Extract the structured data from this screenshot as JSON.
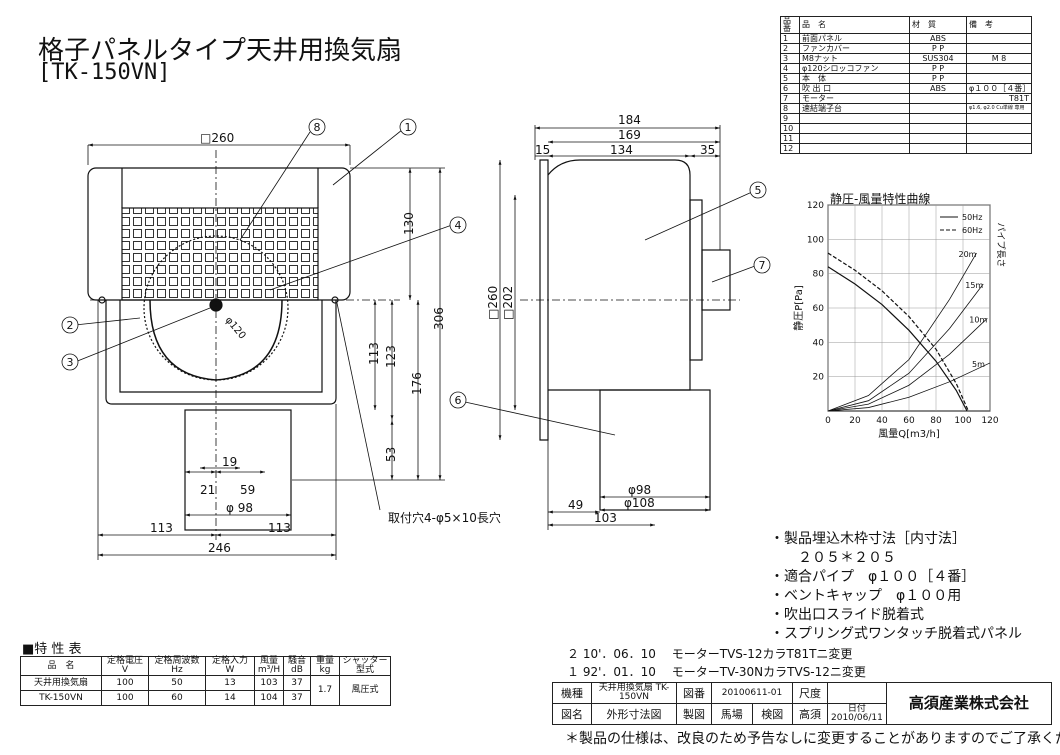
{
  "title": "格子パネルタイプ天井用換気扇",
  "model": "[TK-150VN]",
  "parts_table": {
    "headers": [
      "品番",
      "品　名",
      "材　質",
      "備　考"
    ],
    "rows": [
      [
        "1",
        "前面パネル",
        "ABS",
        ""
      ],
      [
        "2",
        "ファンカバー",
        "P P",
        ""
      ],
      [
        "3",
        "M8ナット",
        "SUS304",
        "M 8"
      ],
      [
        "4",
        "φ120シロッコファン",
        "P P",
        ""
      ],
      [
        "5",
        "本　体",
        "P P",
        ""
      ],
      [
        "6",
        "吹 出 口",
        "ABS",
        "φ１００［４番］"
      ],
      [
        "7",
        "モーター",
        "",
        "T81T"
      ],
      [
        "8",
        "速結端子台",
        "",
        "φ1.6, φ2.0 Cu単線 専用"
      ],
      [
        "9",
        "",
        "",
        ""
      ],
      [
        "10",
        "",
        "",
        ""
      ],
      [
        "11",
        "",
        "",
        ""
      ],
      [
        "12",
        "",
        "",
        ""
      ]
    ]
  },
  "front_view": {
    "dim_top": "□260",
    "dim_130": "130",
    "dim_306": "306",
    "dim_113v": "113",
    "dim_123": "123",
    "dim_176": "176",
    "dim_53": "53",
    "dim_19": "19",
    "dim_21": "21",
    "dim_59": "59",
    "dim_phi98": "φ 98",
    "dim_113a": "113",
    "dim_113b": "113",
    "dim_246": "246",
    "mount_hole": "取付穴4-φ5×10長穴",
    "phi120": "φ120",
    "callouts": [
      "1",
      "2",
      "3",
      "4",
      "8"
    ]
  },
  "side_view": {
    "dim_184": "184",
    "dim_169": "169",
    "dim_15": "15",
    "dim_134": "134",
    "dim_35": "35",
    "dim_260": "□260",
    "dim_202": "□202",
    "dim_phi98": "φ98",
    "dim_phi108": "φ108",
    "dim_49": "49",
    "dim_103": "103",
    "callouts": [
      "5",
      "6",
      "7"
    ]
  },
  "chart_data": {
    "type": "line",
    "title": "静圧-風量特性曲線",
    "xlabel": "風量Q[m3/h]",
    "ylabel": "静圧P[Pa]",
    "xlim": [
      0,
      120
    ],
    "ylim": [
      0,
      120
    ],
    "xticks": [
      0,
      20,
      40,
      60,
      80,
      100,
      120
    ],
    "yticks": [
      20,
      40,
      60,
      80,
      100,
      120
    ],
    "series": [
      {
        "name": "50Hz",
        "style": "solid",
        "x": [
          0,
          20,
          40,
          60,
          80,
          95,
          103
        ],
        "y": [
          84,
          74,
          62,
          47,
          29,
          12,
          0
        ]
      },
      {
        "name": "60Hz",
        "style": "dashed",
        "x": [
          0,
          20,
          40,
          60,
          80,
          95,
          104
        ],
        "y": [
          92,
          82,
          70,
          55,
          36,
          16,
          0
        ]
      }
    ],
    "pipe_label": "パイプ長さ",
    "pipe_curves": [
      {
        "label": "20m",
        "x": [
          0,
          30,
          60,
          90,
          110
        ],
        "y": [
          0,
          9,
          30,
          65,
          92
        ]
      },
      {
        "label": "15m",
        "x": [
          0,
          30,
          60,
          90,
          115
        ],
        "y": [
          0,
          6,
          22,
          48,
          74
        ]
      },
      {
        "label": "10m",
        "x": [
          0,
          30,
          60,
          90,
          118
        ],
        "y": [
          0,
          4,
          15,
          33,
          54
        ]
      },
      {
        "label": "5m",
        "x": [
          0,
          30,
          60,
          90,
          120
        ],
        "y": [
          0,
          2,
          8,
          17,
          28
        ]
      }
    ]
  },
  "notes": [
    "・製品埋込木枠寸法［内寸法］",
    "　　２０５＊２０５",
    "・適合パイプ　φ１００［４番］",
    "・ベントキャップ　φ１００用",
    "・吹出口スライド脱着式",
    "・スプリング式ワンタッチ脱着式パネル"
  ],
  "spec_title": "■特 性 表",
  "spec_table": {
    "headers": [
      "品　名",
      "定格電圧 V",
      "定格周波数 Hz",
      "定格入力 W",
      "風量 m³/H",
      "騒音 dB",
      "重量 kg",
      "シャッター型式"
    ],
    "rows": [
      [
        "天井用換気扇",
        "100",
        "50",
        "13",
        "103",
        "37",
        "1.7",
        "風圧式"
      ],
      [
        "TK-150VN",
        "100",
        "60",
        "14",
        "104",
        "37",
        "",
        ""
      ]
    ]
  },
  "revisions": [
    "２ 10'．06．10　 モーターTVS-12カラT81Tニ変更",
    "１ 92'．01．10　 モーターTV-30NカラTVS-12ニ変更"
  ],
  "title_block": {
    "kishu_label": "機種",
    "kishu_value": "天井用換気扇 TK-150VN",
    "zuban_label": "図番",
    "zuban_value": "20100611-01",
    "shakudo_label": "尺度",
    "zumei_label": "図名",
    "zumei_value": "外形寸法図",
    "seizu_label": "製図",
    "seizu_value": "馬場",
    "kenzu_label": "検図",
    "kenzu_value": "高須",
    "date_label": "日付",
    "date_value": "2010/06/11",
    "company": "高須産業株式会社"
  },
  "footer": "＊製品の仕様は、改良のため予告なしに変更することがありますのでご了承ください。"
}
